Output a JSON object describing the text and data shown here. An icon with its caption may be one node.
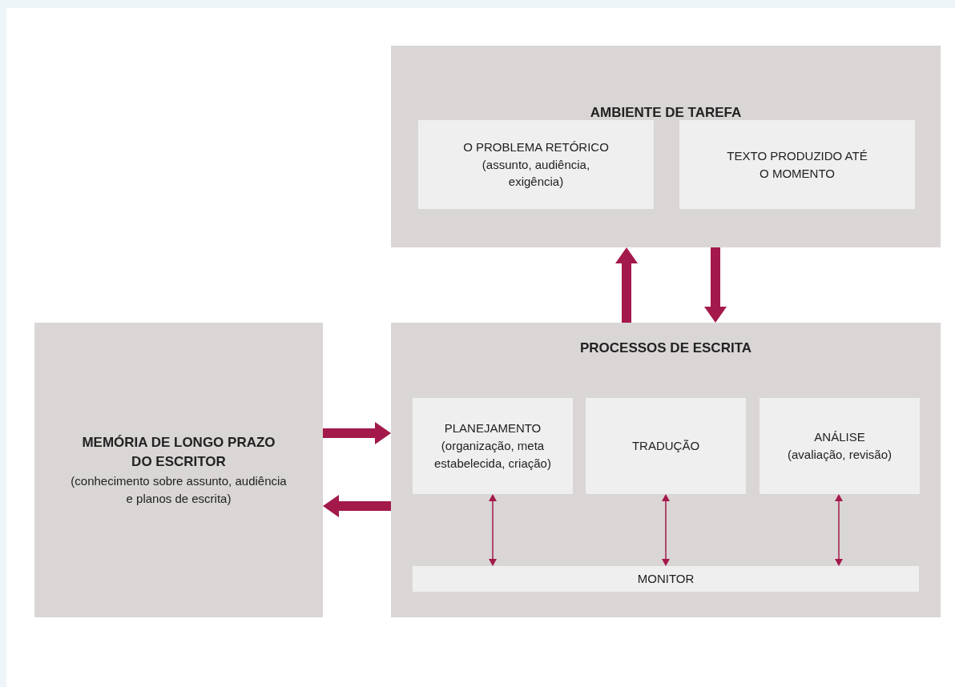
{
  "diagram": {
    "nodes": [
      {
        "text": [
          "AMBIENTE DE TAREFA"
        ]
      },
      {
        "text": [
          "O PROBLEMA RETÓRICO",
          "(assunto, audiência, exigência)"
        ],
        "in": 0
      },
      {
        "text": [
          "TEXTO PRODUZIDO ATÉ O MOMENTO"
        ],
        "in": 0
      },
      {
        "text": [
          "MEMÓRIA DE LONGO PRAZO DO ESCRITOR",
          "(conhecimento sobre assunto, audiência e planos de escrita)"
        ]
      },
      {
        "text": [
          "PROCESSOS DE ESCRITA"
        ]
      },
      {
        "text": [
          "PLANEJAMENTO",
          "(organização, meta estabelecida, criação)"
        ],
        "in": 4
      },
      {
        "text": [
          "TRADUÇÃO"
        ],
        "in": 4
      },
      {
        "text": [
          "ANÁLISE",
          "(avaliação, revisão)"
        ],
        "in": 4
      },
      {
        "text": [
          "MONITOR"
        ],
        "in": 4
      }
    ],
    "edges": [
      {
        "from": 4,
        "to": 0,
        "arrow": "to"
      },
      {
        "from": 0,
        "to": 4,
        "arrow": "to"
      },
      {
        "from": 3,
        "to": 4,
        "arrow": "to"
      },
      {
        "from": 4,
        "to": 3,
        "arrow": "to"
      },
      {
        "from": 5,
        "to": 8,
        "arrow": "both"
      },
      {
        "from": 6,
        "to": 8,
        "arrow": "both"
      },
      {
        "from": 7,
        "to": 8,
        "arrow": "both"
      }
    ]
  }
}
